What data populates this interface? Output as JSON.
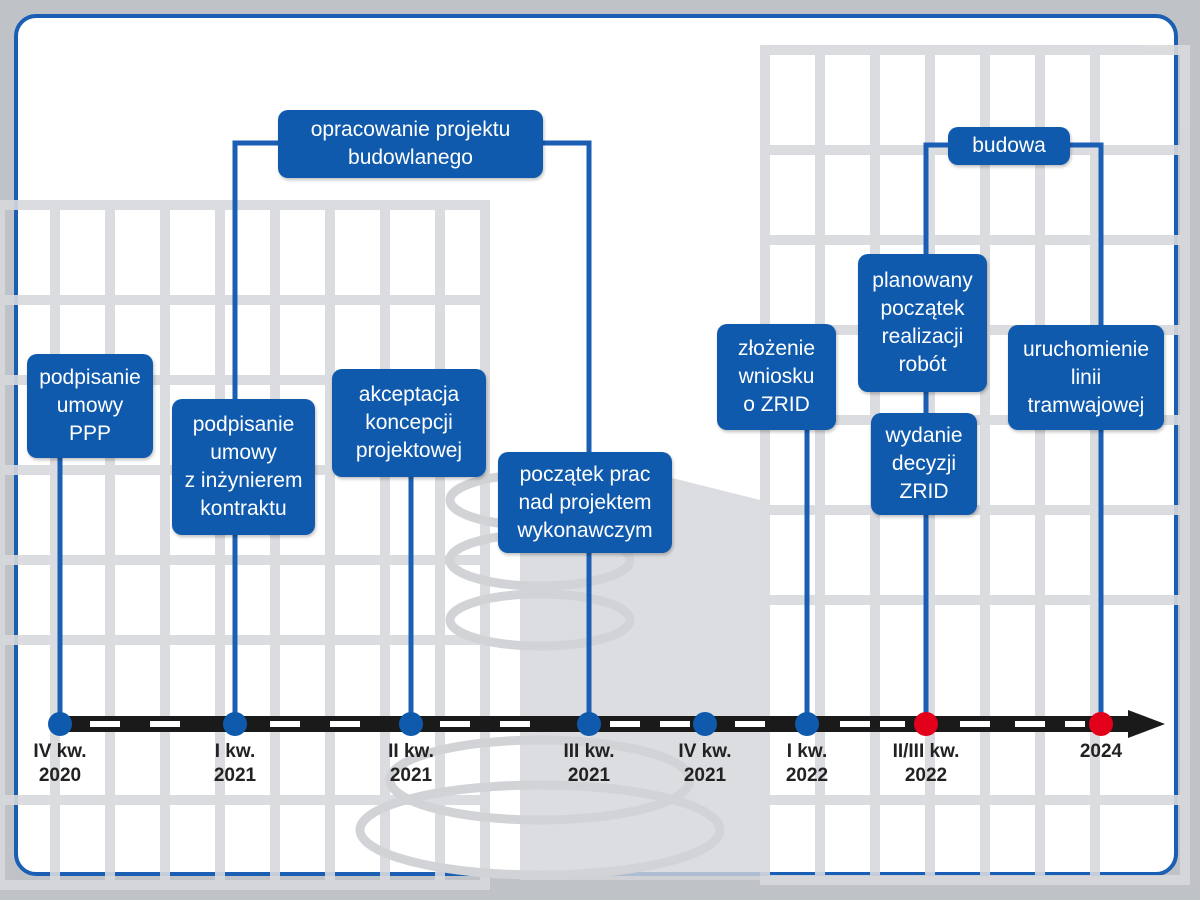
{
  "colors": {
    "box": "#0f5aad",
    "line": "#1a5fb4",
    "milestone_past": "#0f5aad",
    "milestone_future": "#e3001b",
    "arrow": "#1a1a1a",
    "background_art": "#c9ccd0"
  },
  "timeline": {
    "ticks": [
      {
        "label": "IV kw.\n2020",
        "status": "past"
      },
      {
        "label": "I kw.\n2021",
        "status": "past"
      },
      {
        "label": "II kw.\n2021",
        "status": "past"
      },
      {
        "label": "III kw.\n2021",
        "status": "past"
      },
      {
        "label": "IV kw.\n2021",
        "status": "past"
      },
      {
        "label": "I kw.\n2022",
        "status": "past"
      },
      {
        "label": "II/III kw.\n2022",
        "status": "future"
      },
      {
        "label": "2024",
        "status": "future"
      }
    ]
  },
  "events": {
    "ppp": "podpisanie\numowy\nPPP",
    "engineer": "podpisanie\numowy\nz inżynierem\nkontraktu",
    "concept": "akceptacja\nkoncepcji\nprojektowej",
    "exec_design": "początek prac\nnad projektem\nwykonawczym",
    "zrid_application": "złożenie\nwniosku\no ZRID",
    "works_start": "planowany\npoczątek\nrealizacji\nrobót",
    "zrid_decision": "wydanie\ndecyzji\nZRID",
    "launch": "uruchomienie\nlinii\ntramwajowej"
  },
  "phases": {
    "design": "opracowanie projektu\nbudowlanego",
    "construction": "budowa"
  }
}
